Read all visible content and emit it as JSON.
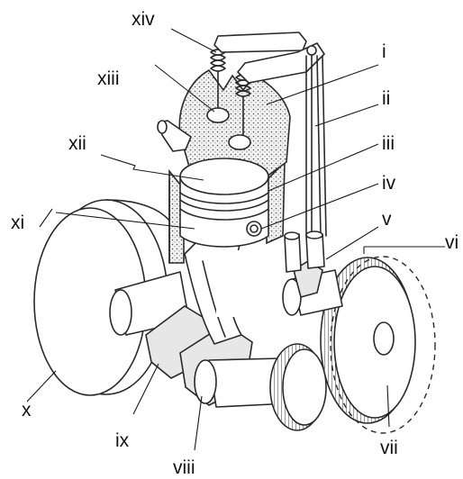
{
  "labels": {
    "i": "i",
    "ii": "ii",
    "iii": "iii",
    "iv": "iv",
    "v": "v",
    "vi": "vi",
    "vii": "vii",
    "viii": "viii",
    "ix": "ix",
    "x": "x",
    "xi": "xi",
    "xii": "xii",
    "xiii": "xiii",
    "xiv": "xiv"
  },
  "colors": {
    "leader_xii": "#3a6fb0",
    "leader_vi": "#3a6fb0",
    "leader_xi": "#8aa03a",
    "leader_x": "#6a4a9a"
  }
}
